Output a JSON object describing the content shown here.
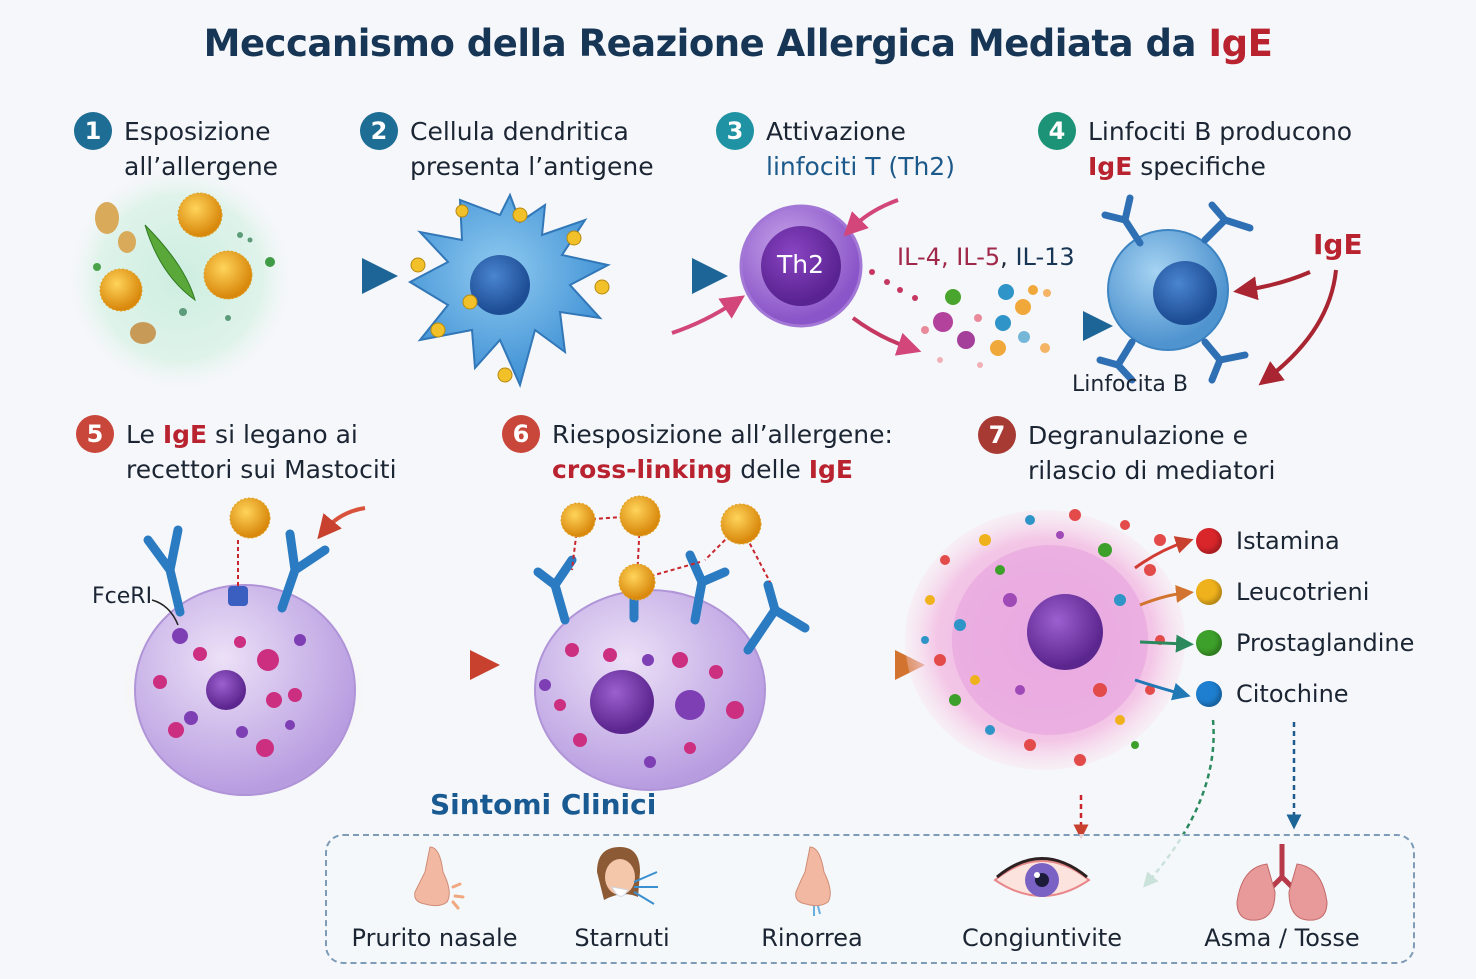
{
  "title": {
    "main": "Meccanismo della Reazione Allergica Mediata da",
    "highlight": "IgE"
  },
  "colors": {
    "title": "#173555",
    "accent_red": "#b8232f",
    "accent_blue": "#1d5a8c",
    "badge_1": "#1d6d94",
    "badge_2": "#1d6d94",
    "badge_3": "#1f93a3",
    "badge_4": "#1c9377",
    "badge_5": "#c9463a",
    "badge_6": "#c9463a",
    "badge_7": "#a83a34"
  },
  "steps": [
    {
      "number": "1",
      "line1": "Esposizione",
      "line2": "all’allergene"
    },
    {
      "number": "2",
      "line1": "Cellula dendritica",
      "line2": "presenta l’antigene"
    },
    {
      "number": "3",
      "line1": "Attivazione",
      "line2": "linfociti T (Th2)"
    },
    {
      "number": "4",
      "line1": "Linfociti B producono",
      "line2_highlight": "IgE",
      "line2_rest": " specifiche"
    },
    {
      "number": "5",
      "line1_pre": "Le ",
      "line1_highlight": "IgE",
      "line1_rest": " si legano ai",
      "line2": "recettori sui Mastociti"
    },
    {
      "number": "6",
      "line1": "Riesposizione all’allergene:",
      "line2_highlight": "cross-linking",
      "line2_mid": " delle ",
      "line2_highlight2": "IgE"
    },
    {
      "number": "7",
      "line1": "Degranulazione e",
      "line2": "rilascio di mediatori"
    }
  ],
  "labels": {
    "th2": "Th2",
    "cytokines_1": "IL-4, IL-5",
    "cytokines_sep": ", ",
    "cytokines_2": "IL-13",
    "ige": "IgE",
    "linfocita_b": "Linfocita B",
    "fceri": "FceRI"
  },
  "mediators": [
    {
      "label": "Istamina",
      "color": "#d9262b"
    },
    {
      "label": "Leucotrieni",
      "color": "#f0b21c"
    },
    {
      "label": "Prostaglandine",
      "color": "#3da02a"
    },
    {
      "label": "Citochine",
      "color": "#1e7fd0"
    }
  ],
  "symptoms": {
    "title": "Sintomi Clinici",
    "items": [
      {
        "label": "Prurito nasale",
        "icon": "itchy-nose-icon"
      },
      {
        "label": "Starnuti",
        "icon": "sneezing-person-icon"
      },
      {
        "label": "Rinorrea",
        "icon": "runny-nose-icon"
      },
      {
        "label": "Congiuntivite",
        "icon": "eye-icon"
      },
      {
        "label": "Asma / Tosse",
        "icon": "lungs-icon"
      }
    ]
  }
}
